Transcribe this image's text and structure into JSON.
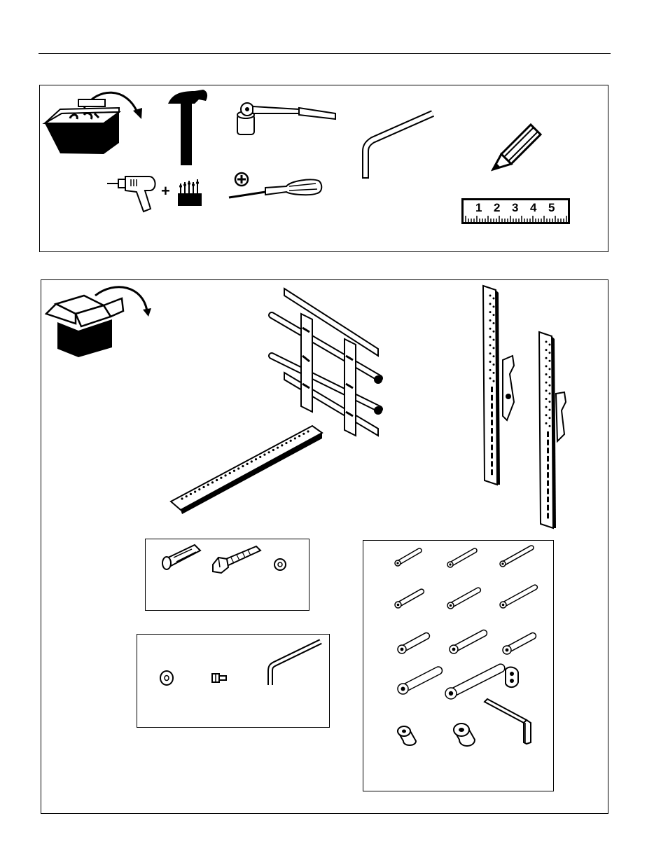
{
  "tools": {
    "plus_symbol": "+",
    "ruler_numbers": [
      "1",
      "2",
      "3",
      "4",
      "5"
    ],
    "icons": [
      "toolbox-icon",
      "hammer-icon",
      "socket-wrench-icon",
      "hex-key-icon",
      "pencil-icon",
      "drill-icon",
      "drill-bits-icon",
      "phillips-screwdriver-icon",
      "tape-measure-icon"
    ]
  },
  "parts": {
    "icons": [
      "parts-box-icon",
      "wall-plate-icon",
      "interface-bracket-icon",
      "adapter-bracket-icon",
      "lag-bolt-anchor-icon",
      "lag-bolt-icon",
      "washer-icon",
      "hardware-screw-icon",
      "spacer-icon",
      "allen-wrench-icon"
    ]
  }
}
